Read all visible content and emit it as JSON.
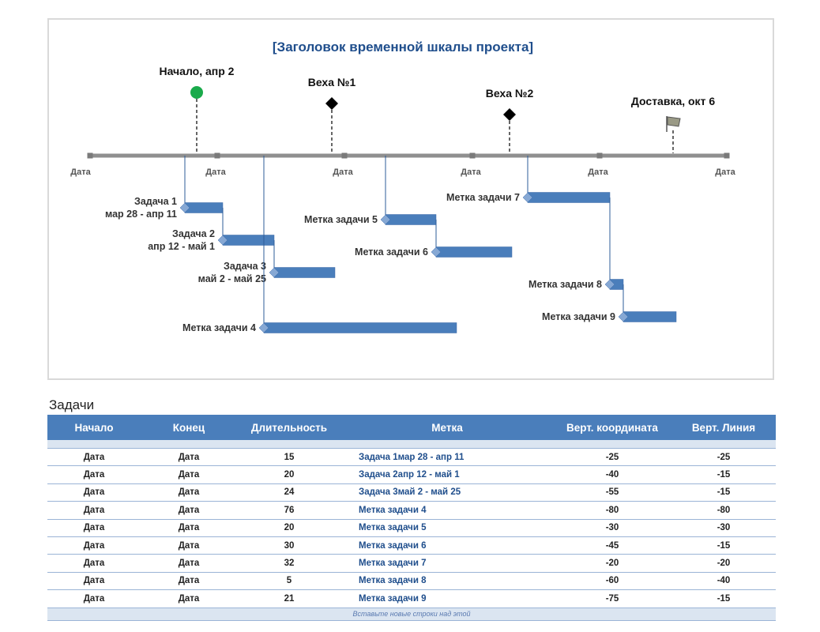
{
  "chart_title": "[Заголовок временной шкалы проекта]",
  "colors": {
    "bar": "#4a7ebb",
    "bar_edge": "#3a68a8",
    "axis": "#8f8f8f",
    "connector": "#2e5c9a",
    "title": "#1f4e8c",
    "start_marker": "#1aaa4b",
    "milestone": "#000000",
    "header_bg": "#4a7ebb",
    "row_stripe": "#dbe5f1"
  },
  "axis_labels": [
    "Дата",
    "Дата",
    "Дата",
    "Дата",
    "Дата",
    "Дата"
  ],
  "milestones": [
    {
      "id": "start",
      "label": "Начало, апр 2",
      "icon": "green-circle"
    },
    {
      "id": "m1",
      "label": "Веха №1",
      "icon": "black-diamond"
    },
    {
      "id": "m2",
      "label": "Веха №2",
      "icon": "black-diamond"
    },
    {
      "id": "delivery",
      "label": "Доставка, окт 6",
      "icon": "finish-flag"
    }
  ],
  "gantt_tasks": [
    {
      "lines": [
        "Задача 1",
        "мар 28 - апр 11"
      ]
    },
    {
      "lines": [
        "Задача 2",
        "апр 12 - май 1"
      ]
    },
    {
      "lines": [
        "Задача 3",
        "май 2 - май 25"
      ]
    },
    {
      "lines": [
        "Метка задачи 4"
      ]
    },
    {
      "lines": [
        "Метка задачи 5"
      ]
    },
    {
      "lines": [
        "Метка задачи 6"
      ]
    },
    {
      "lines": [
        "Метка задачи 7"
      ]
    },
    {
      "lines": [
        "Метка задачи 8"
      ]
    },
    {
      "lines": [
        "Метка задачи 9"
      ]
    }
  ],
  "table": {
    "heading": "Задачи",
    "headers": [
      "Начало",
      "Конец",
      "Длительность",
      "Метка",
      "Верт. координата",
      "Верт. Линия"
    ],
    "rows": [
      [
        "Дата",
        "Дата",
        "15",
        "Задача 1мар 28 - апр 11",
        "-25",
        "-25"
      ],
      [
        "Дата",
        "Дата",
        "20",
        "Задача 2апр 12 - май 1",
        "-40",
        "-15"
      ],
      [
        "Дата",
        "Дата",
        "24",
        "Задача 3май 2 - май 25",
        "-55",
        "-15"
      ],
      [
        "Дата",
        "Дата",
        "76",
        "Метка задачи 4",
        "-80",
        "-80"
      ],
      [
        "Дата",
        "Дата",
        "20",
        "Метка задачи 5",
        "-30",
        "-30"
      ],
      [
        "Дата",
        "Дата",
        "30",
        "Метка задачи 6",
        "-45",
        "-15"
      ],
      [
        "Дата",
        "Дата",
        "32",
        "Метка задачи 7",
        "-20",
        "-20"
      ],
      [
        "Дата",
        "Дата",
        "5",
        "Метка задачи 8",
        "-60",
        "-40"
      ],
      [
        "Дата",
        "Дата",
        "21",
        "Метка задачи 9",
        "-75",
        "-15"
      ]
    ],
    "insert_hint": "Вставьте новые строки над этой"
  }
}
